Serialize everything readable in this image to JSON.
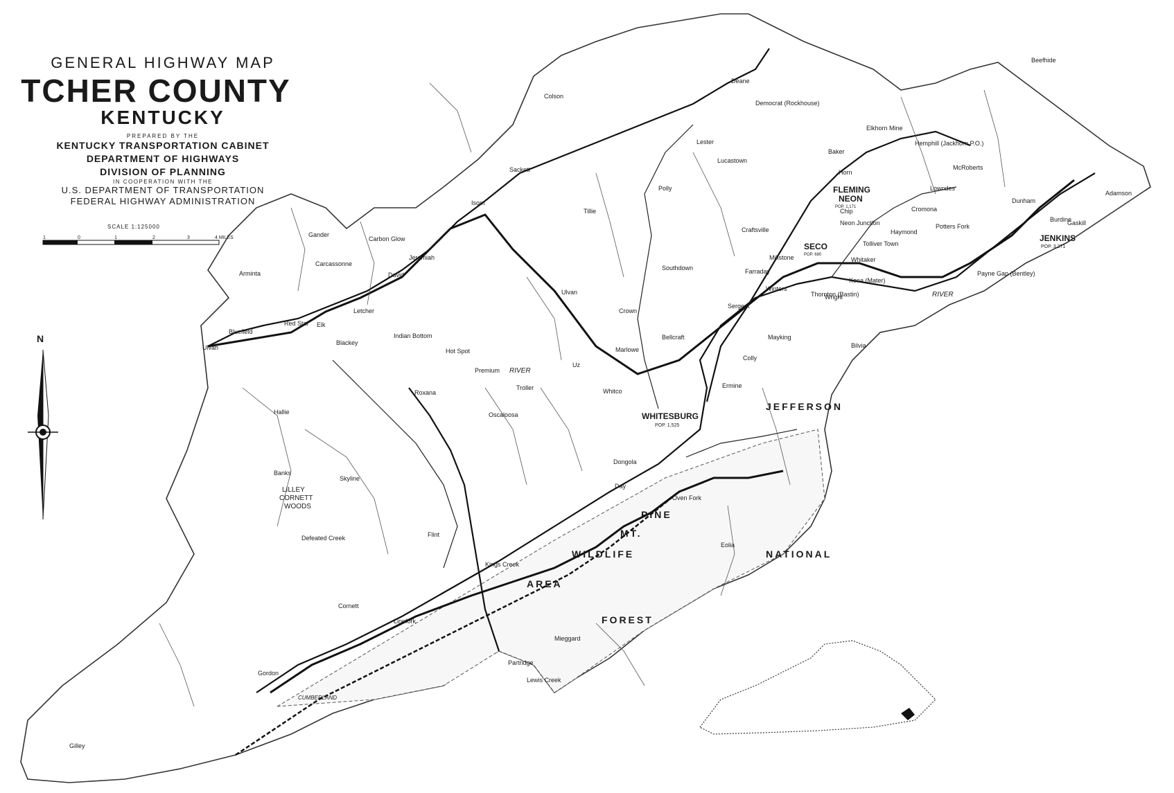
{
  "title": {
    "line1": "GENERAL HIGHWAY MAP",
    "line2": "TCHER COUNTY",
    "line3": "KENTUCKY",
    "prepared": "PREPARED BY THE",
    "agency1": "KENTUCKY TRANSPORTATION CABINET",
    "agency2": "DEPARTMENT OF HIGHWAYS",
    "agency3": "DIVISION OF PLANNING",
    "coop": "IN COOPERATION WITH THE",
    "agency4": "U.S. DEPARTMENT OF TRANSPORTATION",
    "agency5": "FEDERAL HIGHWAY ADMINISTRATION"
  },
  "scale": {
    "label": "SCALE",
    "ratio": "1:125000",
    "ticks": [
      "1",
      "0",
      "1",
      "2",
      "3",
      "4 MILES"
    ]
  },
  "north": "N",
  "regions": {
    "jefferson": "JEFFERSON",
    "national": "NATIONAL",
    "forest": "FOREST",
    "wildlife": "WILDLIFE",
    "mt": "MT.",
    "pine": "PINE",
    "area": "AREA",
    "lilley": "LILLEY",
    "cornett": "CORNETT",
    "woods": "WOODS"
  },
  "cities": {
    "whitesburg": "WHITESBURG",
    "whitesburg_pop": "POP. 1,525",
    "jenkins": "JENKINS",
    "jenkins_pop": "POP. 3,271",
    "fleming": "FLEMING",
    "neon": "NEON",
    "fleming_pop": "POP. 1,171",
    "seco": "SECO",
    "seco_pop": "POP. 680"
  },
  "places": [
    {
      "id": "ulvah",
      "text": "Ulvah"
    },
    {
      "id": "bluefield",
      "text": "Bluefield"
    },
    {
      "id": "arminta",
      "text": "Arminta"
    },
    {
      "id": "gander",
      "text": "Gander"
    },
    {
      "id": "carcassonne",
      "text": "Carcassonne"
    },
    {
      "id": "carbon-glow",
      "text": "Carbon Glow"
    },
    {
      "id": "david",
      "text": "David"
    },
    {
      "id": "jeremiah",
      "text": "Jeremiah"
    },
    {
      "id": "letcher",
      "text": "Letcher"
    },
    {
      "id": "red-star",
      "text": "Red Star"
    },
    {
      "id": "elk",
      "text": "Elk"
    },
    {
      "id": "blackey",
      "text": "Blackey"
    },
    {
      "id": "indian-bottom",
      "text": "Indian Bottom"
    },
    {
      "id": "hot-spot",
      "text": "Hot Spot"
    },
    {
      "id": "isom",
      "text": "Isom"
    },
    {
      "id": "sackett",
      "text": "Sackett"
    },
    {
      "id": "colson",
      "text": "Colson"
    },
    {
      "id": "tillie",
      "text": "Tillie"
    },
    {
      "id": "ulvan",
      "text": "Ulvan"
    },
    {
      "id": "premium",
      "text": "Premium"
    },
    {
      "id": "roxana",
      "text": "Roxana"
    },
    {
      "id": "hallie",
      "text": "Hallie"
    },
    {
      "id": "banks",
      "text": "Banks"
    },
    {
      "id": "skyline",
      "text": "Skyline"
    },
    {
      "id": "oscaloosa",
      "text": "Oscaloosa"
    },
    {
      "id": "defeated-creek",
      "text": "Defeated Creek"
    },
    {
      "id": "flint",
      "text": "Flint"
    },
    {
      "id": "kings-creek",
      "text": "Kings Creek"
    },
    {
      "id": "linefork",
      "text": "Linefork"
    },
    {
      "id": "cornettsville",
      "text": "Cornett"
    },
    {
      "id": "gordon",
      "text": "Gordon"
    },
    {
      "id": "gilley",
      "text": "Gilley"
    },
    {
      "id": "partridge",
      "text": "Partridge"
    },
    {
      "id": "mi-ggard",
      "text": "Mieggard"
    },
    {
      "id": "lewis-creek",
      "text": "Lewis Creek"
    },
    {
      "id": "eolia",
      "text": "Eolia"
    },
    {
      "id": "oven-fork",
      "text": "Oven Fork"
    },
    {
      "id": "day",
      "text": "Day"
    },
    {
      "id": "dongola",
      "text": "Dongola"
    },
    {
      "id": "mayking",
      "text": "Mayking"
    },
    {
      "id": "ermine",
      "text": "Ermine"
    },
    {
      "id": "colly",
      "text": "Colly"
    },
    {
      "id": "bellcraft",
      "text": "Bellcraft"
    },
    {
      "id": "marlowe",
      "text": "Marlowe"
    },
    {
      "id": "crown",
      "text": "Crown"
    },
    {
      "id": "southdown",
      "text": "Southdown"
    },
    {
      "id": "polly",
      "text": "Polly"
    },
    {
      "id": "lester",
      "text": "Lester"
    },
    {
      "id": "lucastown",
      "text": "Lucastown"
    },
    {
      "id": "deane",
      "text": "Deane"
    },
    {
      "id": "democrat",
      "text": "Democrat (Rockhouse)"
    },
    {
      "id": "craftsville",
      "text": "Craftsville"
    },
    {
      "id": "millstone",
      "text": "Millstone"
    },
    {
      "id": "farraday",
      "text": "Farraday"
    },
    {
      "id": "winters",
      "text": "Winters"
    },
    {
      "id": "sergent",
      "text": "Sergent"
    },
    {
      "id": "thornton",
      "text": "Thornton (Bastin)"
    },
    {
      "id": "wright",
      "text": "Wright"
    },
    {
      "id": "bilvia",
      "text": "Bilvia"
    },
    {
      "id": "whitaker",
      "text": "Whitaker"
    },
    {
      "id": "kona",
      "text": "Kona (Mater)"
    },
    {
      "id": "tolliver-town",
      "text": "Tolliver Town"
    },
    {
      "id": "haymond",
      "text": "Haymond"
    },
    {
      "id": "cromona",
      "text": "Cromona"
    },
    {
      "id": "potters-fork",
      "text": "Potters Fork"
    },
    {
      "id": "payne-gap",
      "text": "Payne Gap (Bentley)"
    },
    {
      "id": "mcroberts",
      "text": "McRoberts"
    },
    {
      "id": "lowndes",
      "text": "Lowndes"
    },
    {
      "id": "hemphill",
      "text": "Hemphill (Jackhorn P.O.)"
    },
    {
      "id": "elkhorn-mine",
      "text": "Elkhorn Mine"
    },
    {
      "id": "baker",
      "text": "Baker"
    },
    {
      "id": "horn",
      "text": "Horn"
    },
    {
      "id": "chip",
      "text": "Chip"
    },
    {
      "id": "neon-junction",
      "text": "Neon Junction"
    },
    {
      "id": "beefhide",
      "text": "Beefhide"
    },
    {
      "id": "dunham",
      "text": "Dunham"
    },
    {
      "id": "burdine",
      "text": "Burdine"
    },
    {
      "id": "gaskill",
      "text": "Gaskill"
    },
    {
      "id": "adamson",
      "text": "Adamson"
    },
    {
      "id": "whitco",
      "text": "Whitco"
    },
    {
      "id": "uz",
      "text": "Uz"
    },
    {
      "id": "troller",
      "text": "Troller"
    }
  ],
  "features": {
    "river1": "RIVER",
    "river2": "RIVER",
    "cumberland": "CUMBERLAND"
  }
}
